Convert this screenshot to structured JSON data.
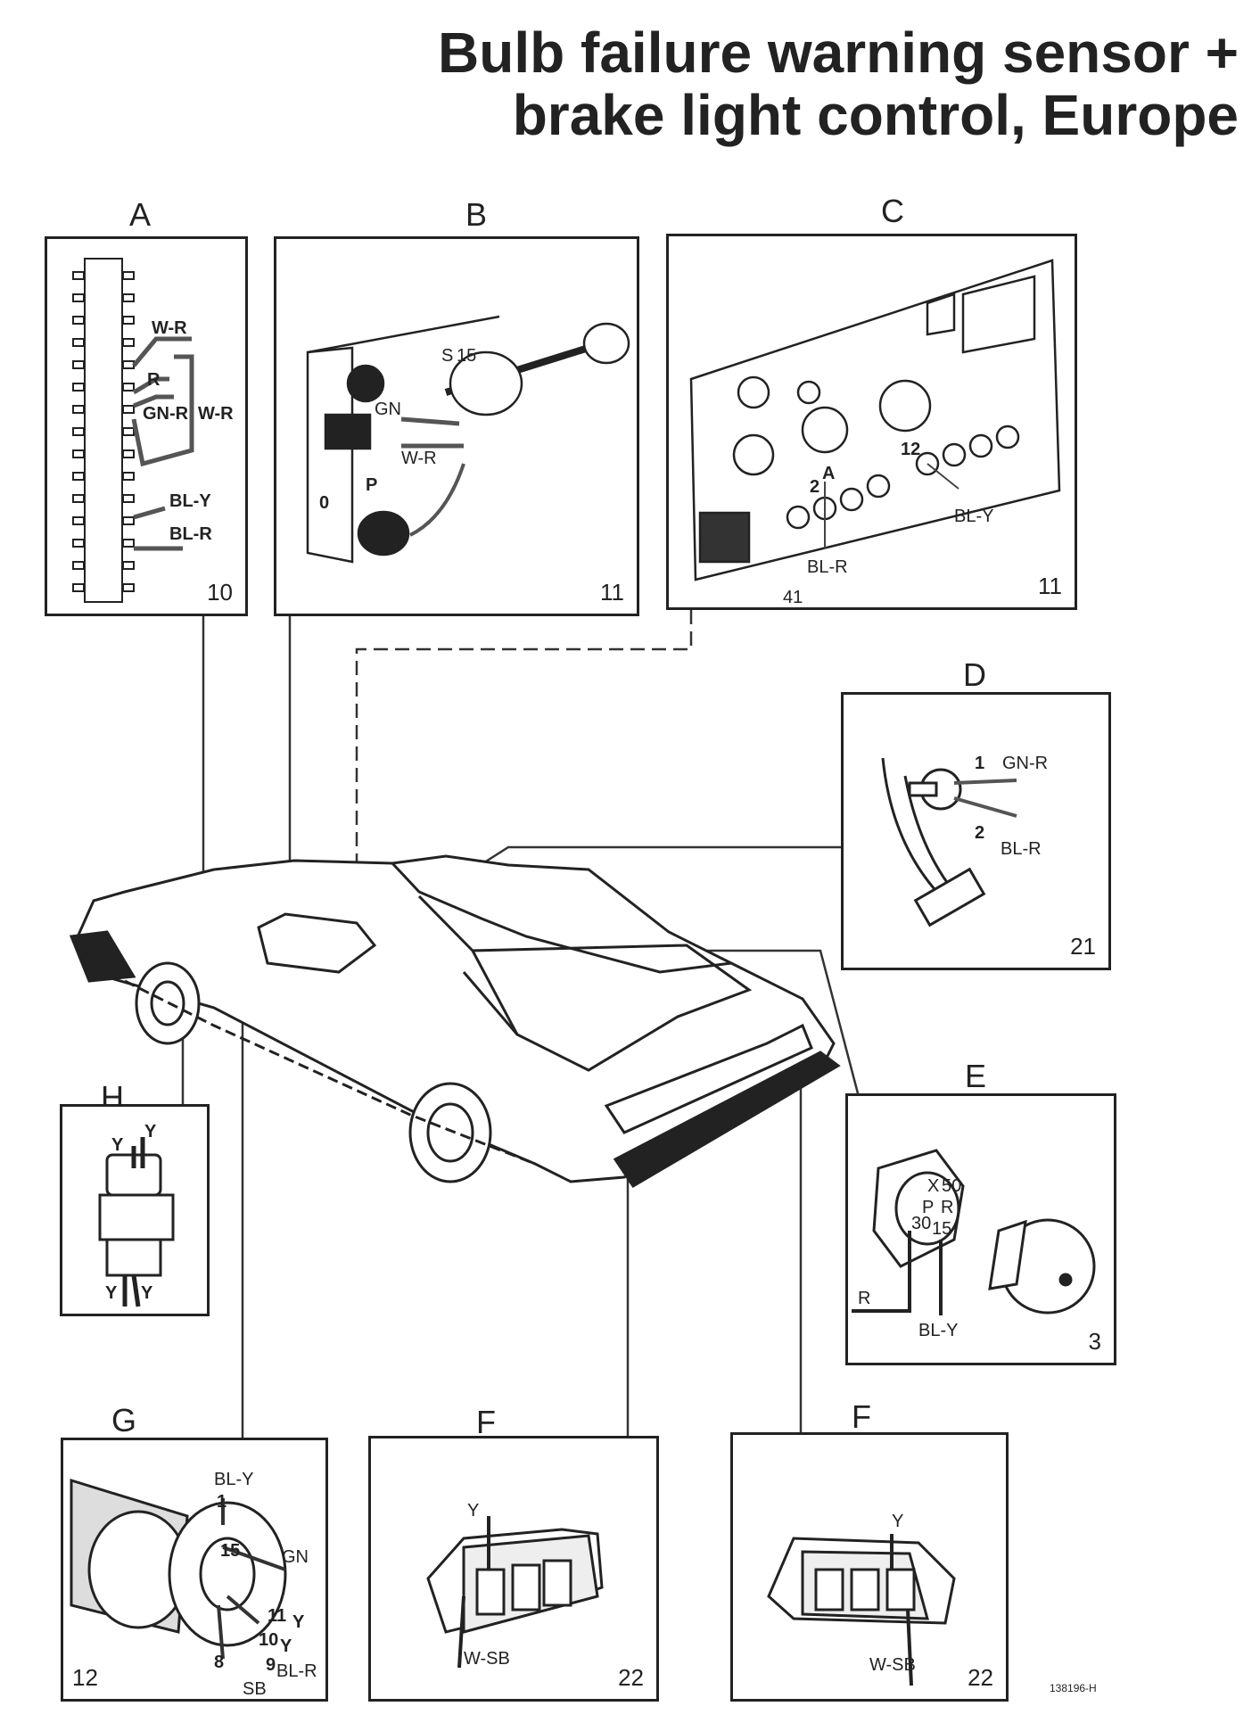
{
  "title": {
    "line1": "Bulb failure warning sensor +",
    "line2": "brake light control, Europe"
  },
  "panels": {
    "A": {
      "letter": "A",
      "number": "10",
      "wires": [
        "W-R",
        "R",
        "GN-R",
        "W-R",
        "BL-Y",
        "BL-R"
      ]
    },
    "B": {
      "letter": "B",
      "number": "11",
      "wires": [
        "GN",
        "W-R"
      ],
      "terminals": [
        "S",
        "15"
      ],
      "marks": [
        "0",
        "P"
      ]
    },
    "C": {
      "letter": "C",
      "number": "11",
      "wires": [
        "BL-Y",
        "BL-R"
      ],
      "pins": [
        "12",
        "A",
        "2",
        "41"
      ]
    },
    "D": {
      "letter": "D",
      "number": "21",
      "wires": [
        "GN-R",
        "BL-R"
      ],
      "pins": [
        "1",
        "2"
      ]
    },
    "E": {
      "letter": "E",
      "number": "3",
      "wires": [
        "R",
        "BL-Y"
      ],
      "terminals": [
        "X",
        "50",
        "P",
        "R",
        "30",
        "15"
      ]
    },
    "F1": {
      "letter": "F",
      "number": "22",
      "wires": [
        "Y",
        "W-SB"
      ]
    },
    "F2": {
      "letter": "F",
      "number": "22",
      "wires": [
        "Y",
        "W-SB"
      ]
    },
    "G": {
      "letter": "G",
      "number": "12",
      "wires": [
        "BL-Y",
        "GN",
        "Y",
        "Y",
        "BL-R",
        "SB"
      ],
      "pins": [
        "1",
        "15",
        "11",
        "10",
        "9",
        "8"
      ]
    },
    "H": {
      "letter": "H",
      "wires": [
        "Y",
        "Y",
        "Y",
        "Y"
      ]
    }
  },
  "figure_code": "138196-H"
}
